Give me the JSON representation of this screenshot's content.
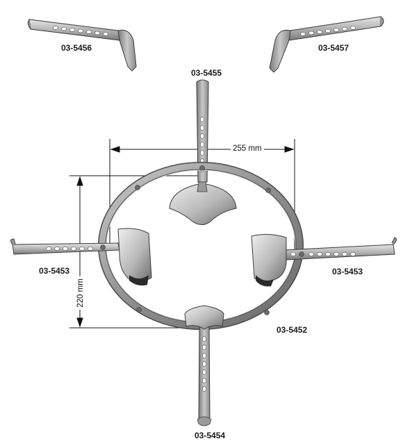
{
  "labels": {
    "top_left": "03-5456",
    "top_right": "03-5457",
    "top_blade": "03-5455",
    "left_blade": "03-5453",
    "right_blade": "03-5453",
    "frame": "03-5452",
    "bottom_blade": "03-5454"
  },
  "dimensions": {
    "width": "255 mm",
    "height": "220 mm"
  },
  "colors": {
    "metal_light": "#dcdcdc",
    "metal_mid": "#a8a8a8",
    "metal_dark": "#5a5a5a",
    "outline": "#3a3a3a",
    "dim_line": "#111111"
  }
}
